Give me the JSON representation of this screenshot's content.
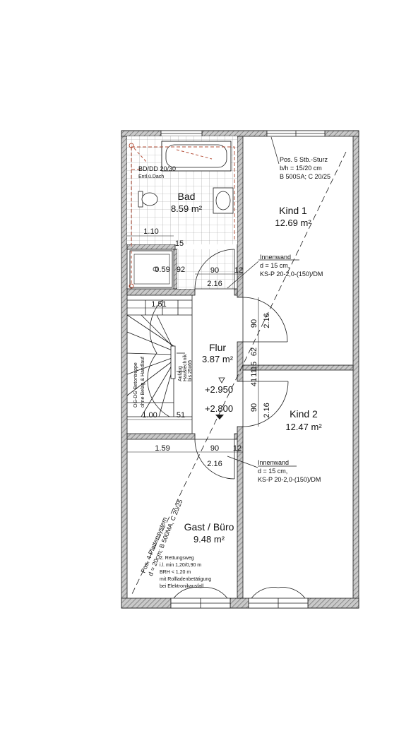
{
  "colors": {
    "wall_hatch": "#8a8a8a",
    "line": "#1a1a1a",
    "tile": "#9a9a9a",
    "accent_red": "#b5503a"
  },
  "rooms": {
    "bad": {
      "name": "Bad",
      "area": "8.59 m²"
    },
    "kind1": {
      "name": "Kind 1",
      "area": "12.69 m²"
    },
    "flur": {
      "name": "Flur",
      "area": "3.87 m²"
    },
    "kind2": {
      "name": "Kind 2",
      "area": "12.47 m²"
    },
    "gast": {
      "name": "Gast / Büro",
      "area": "9.48 m²"
    }
  },
  "notes": {
    "sturz": [
      "Pos. 5 Stb.-Sturz",
      "b/h = 15/20 cm",
      "B 500SA; C 20/25"
    ],
    "bddd": [
      "BD/DD 20/30",
      "Entl.ü.Dach"
    ],
    "innenwand1": [
      "Innenwand",
      "d = 15 cm,",
      "KS-P 20-2,0-(150)/DM"
    ],
    "innenwand2": [
      "Innenwand",
      "d = 15 cm,",
      "KS-P 20-2,0-(150)/DM"
    ],
    "rettung": [
      "2. Rettungsweg",
      "i.l. min 1,20/0,90 m",
      "BRH < 1,20 m",
      "mit Rollladenbetätigung",
      "bei Elektronikausfall"
    ],
    "platten": [
      "Pos. 4 Plattensystem",
      "d = 20cm; B 500MA, C 20/25"
    ],
    "treppe": [
      "OG-DG Betontreppe",
      "ohne Belag & Handlauf"
    ],
    "schacht": [
      "Aufzug",
      "Haustechnik",
      "bis 25x65"
    ],
    "levels": [
      "+2.950",
      "+2.800"
    ]
  },
  "dimensions": {
    "bad_w": "1.10",
    "shower": "0.59",
    "d_92": "92",
    "d_90_top": "90",
    "d_12_top": "12",
    "d_216_top": "2.16",
    "d_15": "15",
    "stair_151": "1.51",
    "flur_90a": "90",
    "flur_216a": "2.16",
    "flur_62": "62",
    "flur_15": "15",
    "flur_11": "11",
    "flur_41": "41",
    "flur_90b": "90",
    "flur_216b": "2.16",
    "stair_100": "1.00",
    "stair_51": "51",
    "gast_159": "1.59",
    "gast_90": "90",
    "gast_12": "12",
    "gast_216": "2.16"
  }
}
